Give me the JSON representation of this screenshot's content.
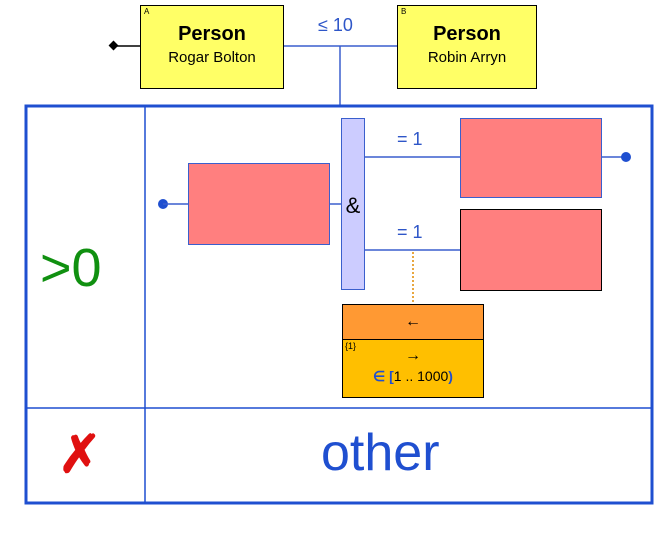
{
  "person_a": {
    "tag": "A",
    "title": "Person",
    "name": "Rogar Bolton"
  },
  "person_b": {
    "tag": "B",
    "title": "Person",
    "name": "Robin Arryn"
  },
  "link_constraint": "≤ 10",
  "condition_true": ">0",
  "condition_other_symbol": "✗",
  "condition_other": "other",
  "and_gate": "&",
  "branch_1_label": "= 1",
  "branch_2_label": "= 1",
  "box": {
    "top_arrow": "←",
    "index": "{1}",
    "bottom_arrow": "→",
    "range_symbol": "∈",
    "range_open": "[",
    "range_value": "1 .. 1000",
    "range_close": ")"
  },
  "colors": {
    "frame_blue": "#1f4fd0",
    "line_blue": "#3a5fcd",
    "person_yellow": "#ffff66",
    "salmon": "#ff7f7f",
    "gate_lavender": "#ccccff",
    "box_orange": "#ff9933",
    "box_gold": "#ffbf00",
    "green": "#109010",
    "red": "#e01010"
  }
}
